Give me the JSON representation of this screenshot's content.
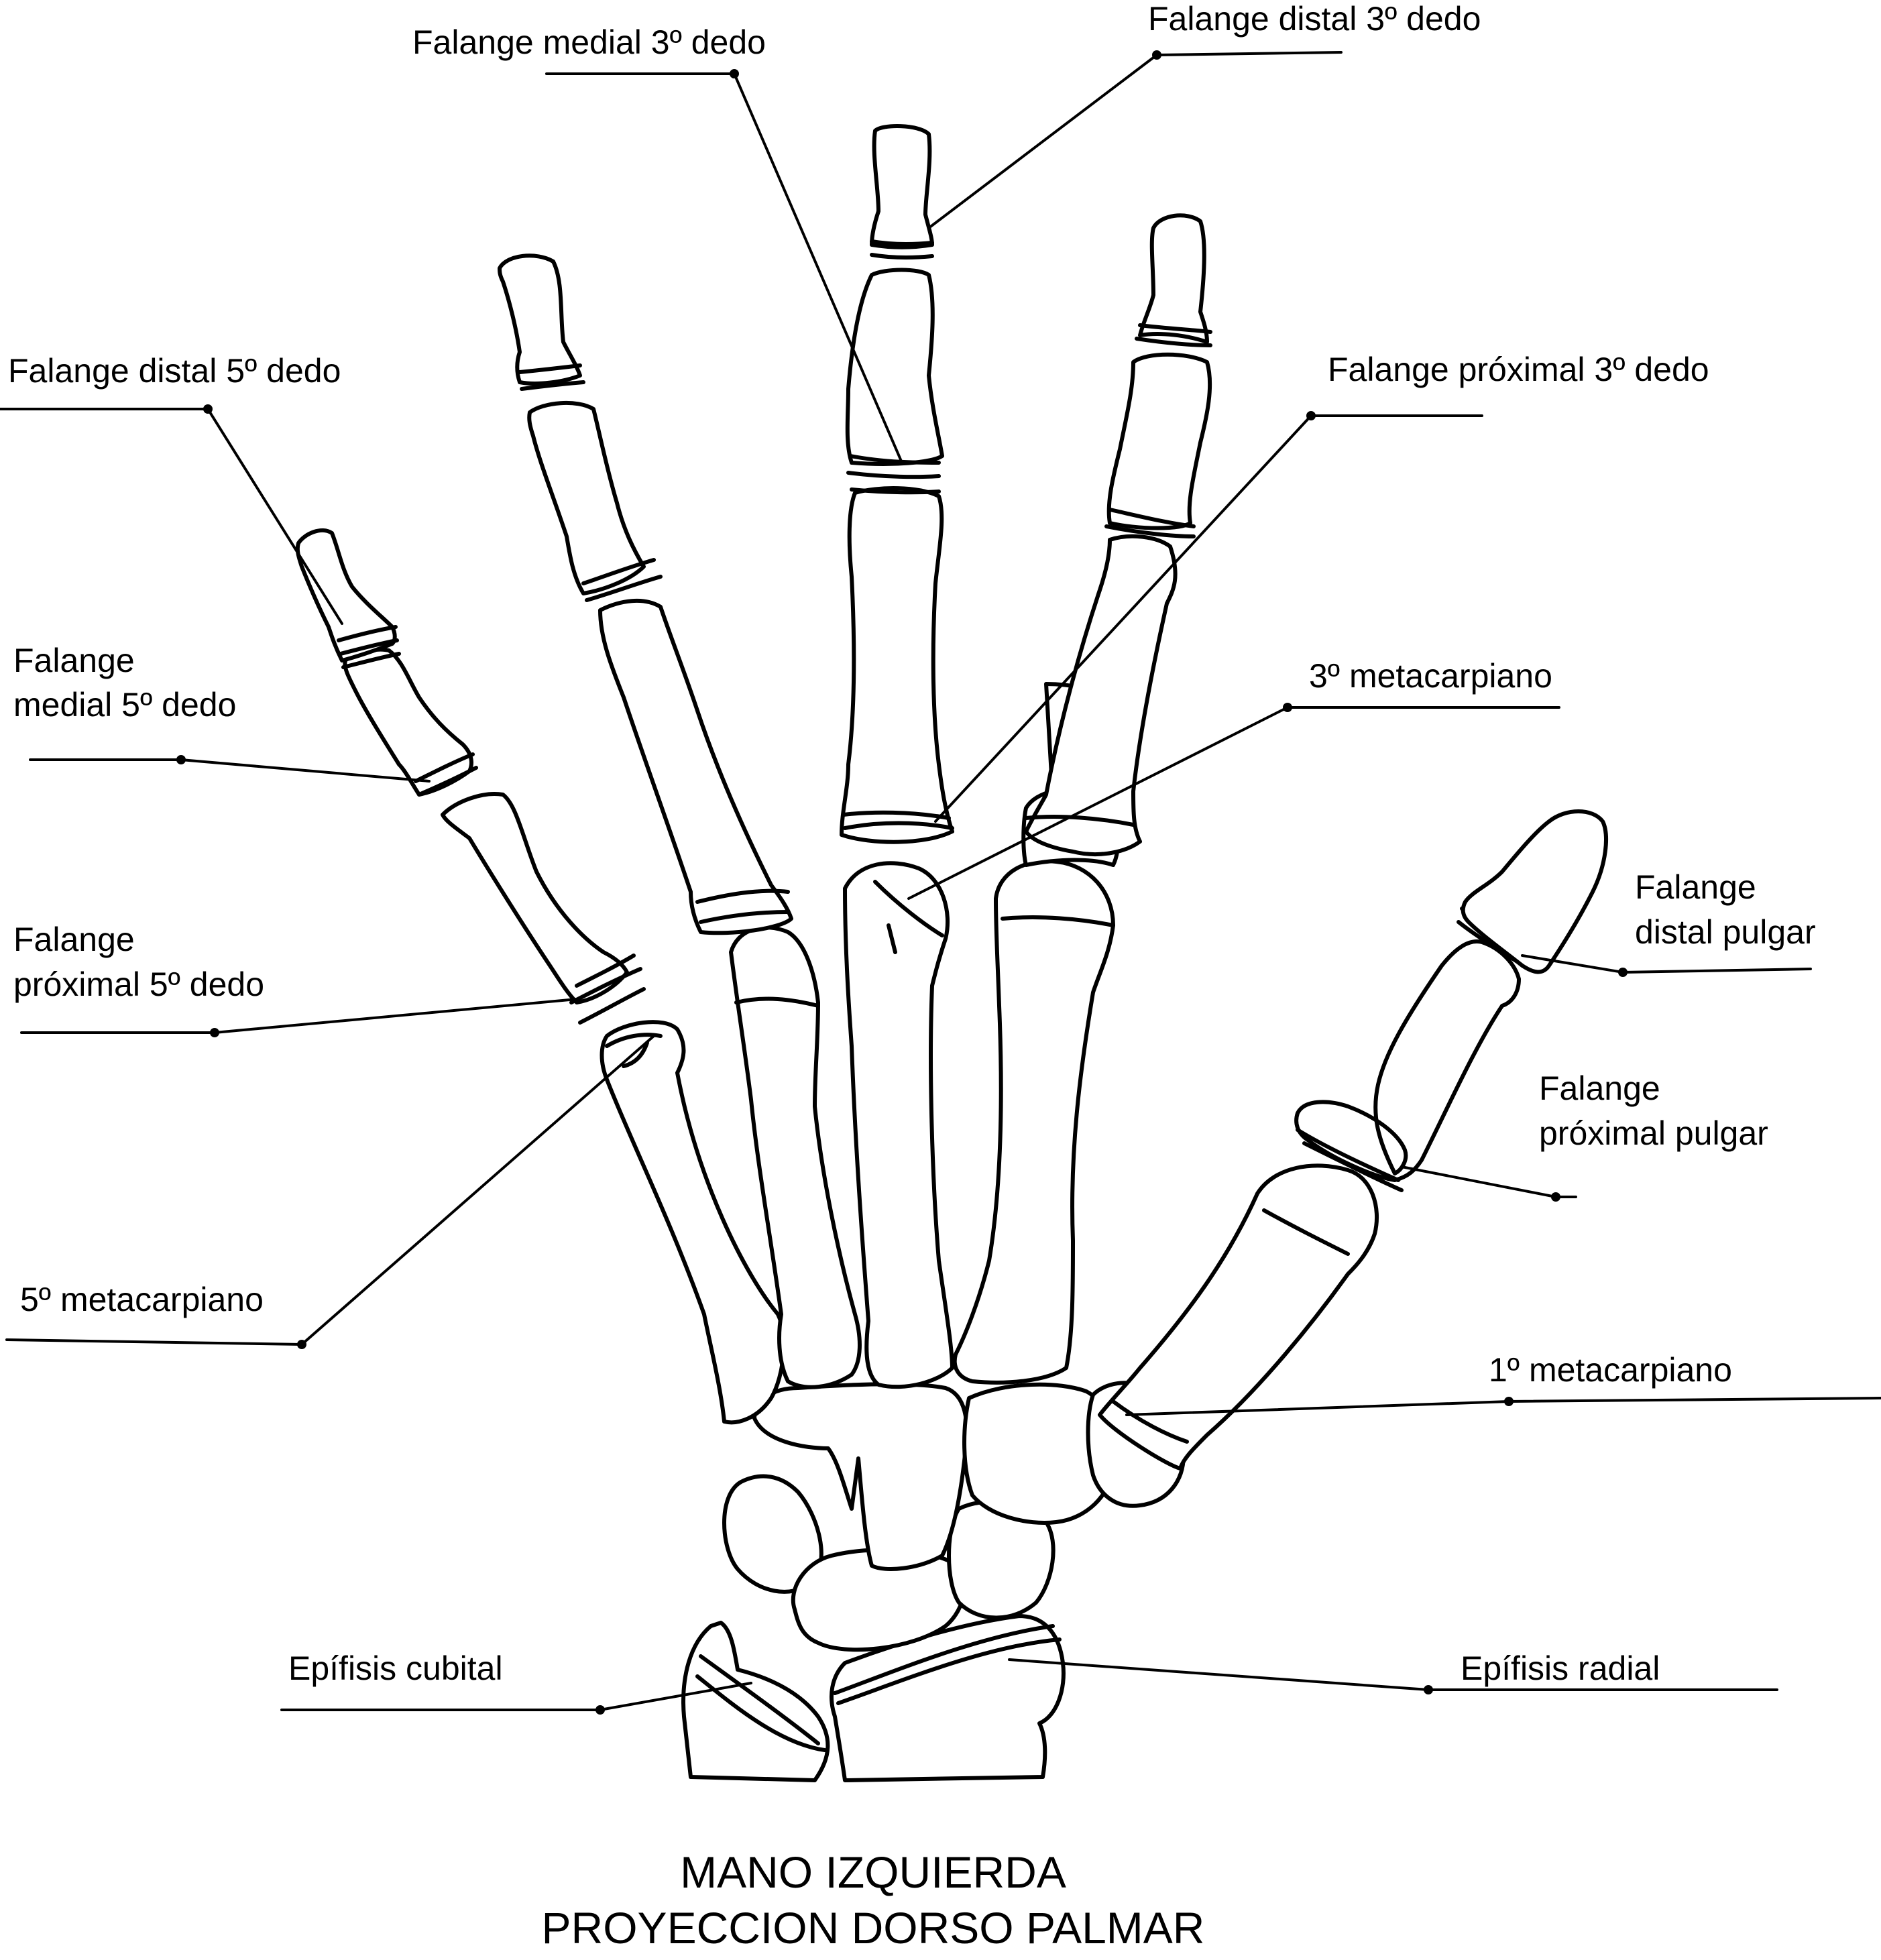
{
  "labels": {
    "falange_medial_3": "Falange medial 3º dedo",
    "falange_distal_3": "Falange distal 3º dedo",
    "falange_distal_5": "Falange distal 5º dedo",
    "falange_proximal_3": "Falange próximal 3º dedo",
    "falange_medial_5_l1": "Falange",
    "falange_medial_5_l2": "medial 5º dedo",
    "metacarpiano_3": "3º metacarpiano",
    "falange_proximal_5_l1": "Falange",
    "falange_proximal_5_l2": "próximal 5º dedo",
    "falange_distal_pulgar_l1": "Falange",
    "falange_distal_pulgar_l2": "distal pulgar",
    "falange_proximal_pulgar_l1": "Falange",
    "falange_proximal_pulgar_l2": "próximal pulgar",
    "metacarpiano_5": "5º metacarpiano",
    "metacarpiano_1": "1º metacarpiano",
    "epifisis_cubital": "Epífisis cubital",
    "epifisis_radial": "Epífisis radial"
  },
  "caption": {
    "line1": "MANO IZQUIERDA",
    "line2": "PROYECCION DORSO PALMAR"
  }
}
